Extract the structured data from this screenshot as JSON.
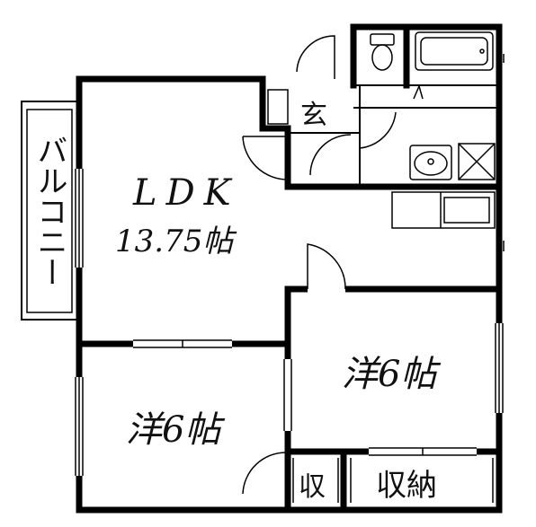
{
  "plan": {
    "ldk_title": "LDK",
    "ldk_area": "13.75帖",
    "room_left": "洋6帖",
    "room_right": "洋6帖",
    "entrance": "玄",
    "storage_small": "収",
    "storage_large": "収納",
    "balcony": "バルコニー"
  }
}
